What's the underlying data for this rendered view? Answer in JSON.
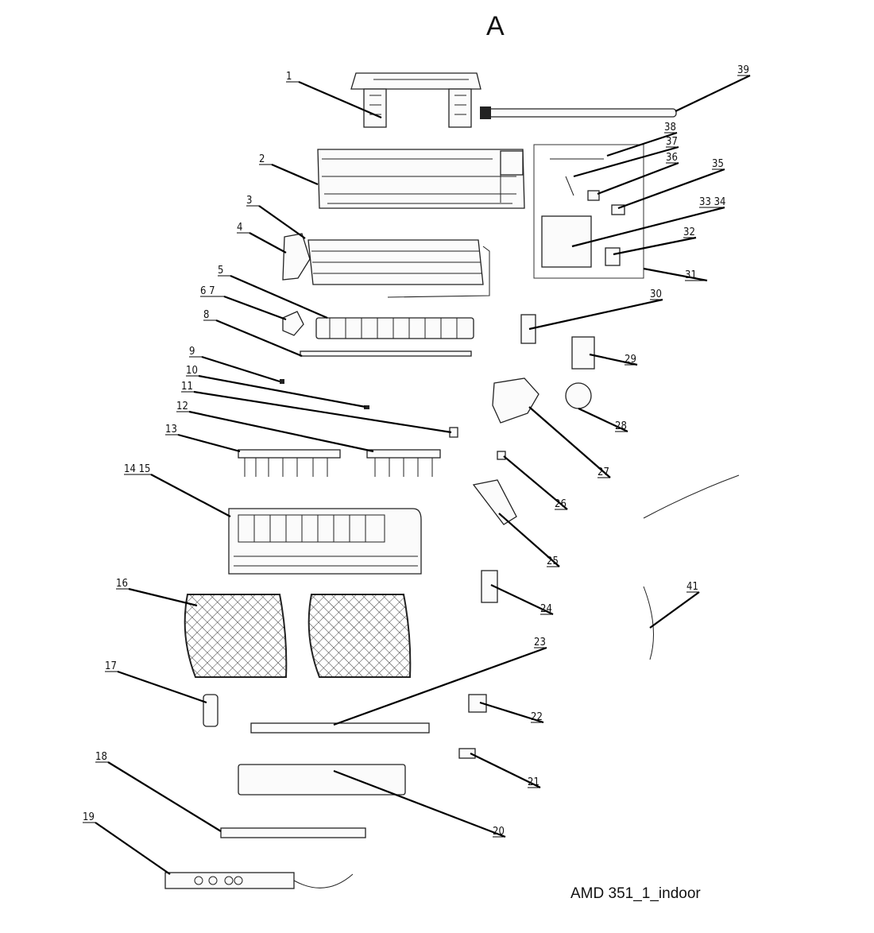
{
  "title": "A",
  "caption": "AMD 351_1_indoor",
  "callouts": [
    "1",
    "2",
    "3",
    "4",
    "5",
    "6",
    "7",
    "8",
    "9",
    "10",
    "11",
    "12",
    "13",
    "14",
    "15",
    "16",
    "17",
    "18",
    "19",
    "20",
    "21",
    "22",
    "23",
    "24",
    "25",
    "26",
    "27",
    "28",
    "29",
    "30",
    "31",
    "32",
    "33",
    "34",
    "35",
    "36",
    "37",
    "38",
    "39",
    "41"
  ]
}
